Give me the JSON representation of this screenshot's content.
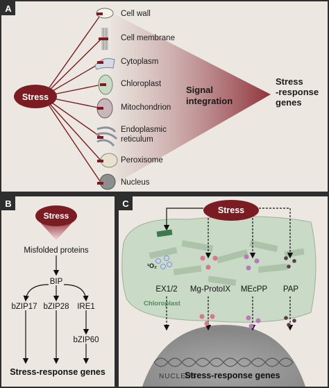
{
  "panel_a": {
    "letter": "A",
    "stress_label": "Stress",
    "organelles": [
      "Cell wall",
      "Cell membrane",
      "Cytoplasm",
      "Chloroplast",
      "Mitochondrion",
      "Endoplasmic",
      "reticulum",
      "Peroxisome",
      "Nucleus"
    ],
    "signal_line1": "Signal",
    "signal_line2": "integration",
    "genes_line1": "Stress",
    "genes_line2": "-response",
    "genes_line3": "genes"
  },
  "panel_b": {
    "letter": "B",
    "stress_label": "Stress",
    "misfolded": "Misfolded proteins",
    "bip": "BIP",
    "bzip17": "bZIP17",
    "bzip28": "bZIP28",
    "ire1": "IRE1",
    "bzip60": "bZIP60",
    "genes": "Stress-response genes"
  },
  "panel_c": {
    "letter": "C",
    "stress_label": "Stress",
    "singlet_o2": "¹O₂",
    "ex": "EX1/2",
    "mgproto": "Mg-ProtoIX",
    "mecpp": "MEcPP",
    "pap": "PAP",
    "chloroplast": "Chloroplast",
    "nucleus": "NUCLEUS",
    "genes": "Stress-response genes"
  },
  "colors": {
    "stress_red": "#7a1c22",
    "panel_bg": "#ece8e1",
    "chloroplast_green": "#c9dac6",
    "nucleus_gray": "#9a9a9a"
  }
}
